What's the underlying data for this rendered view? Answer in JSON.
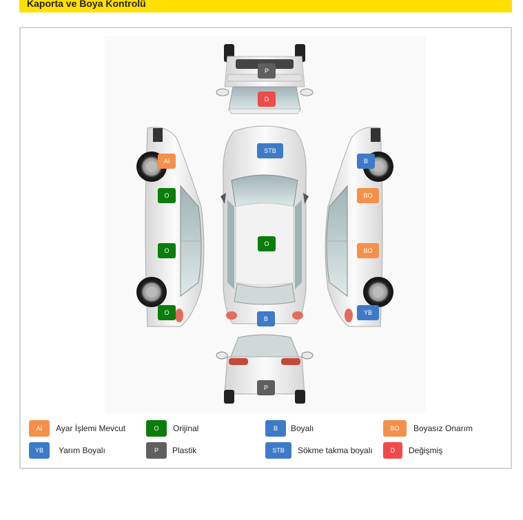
{
  "header": {
    "title": "Kaporta ve Boya Kontrolü"
  },
  "colors": {
    "header_bg": "#ffe000",
    "Aİ": "#f5904a",
    "O": "#0a7d0a",
    "B": "#3d7bc8",
    "BO": "#f5904a",
    "YB": "#3d7bc8",
    "P": "#5f5f5f",
    "STB": "#3d7bc8",
    "D": "#f04a4a"
  },
  "parts": [
    {
      "id": "front-bumper",
      "code": "P"
    },
    {
      "id": "hood-front-view",
      "code": "D"
    },
    {
      "id": "left-front-fender",
      "code": "Aİ"
    },
    {
      "id": "left-front-door",
      "code": "O"
    },
    {
      "id": "left-rear-door",
      "code": "O"
    },
    {
      "id": "left-rear-fender",
      "code": "O"
    },
    {
      "id": "hood",
      "code": "STB"
    },
    {
      "id": "roof",
      "code": "O"
    },
    {
      "id": "trunk",
      "code": "B"
    },
    {
      "id": "right-front-fender",
      "code": "B"
    },
    {
      "id": "right-front-door",
      "code": "BO"
    },
    {
      "id": "right-rear-door",
      "code": "BO"
    },
    {
      "id": "right-rear-fender",
      "code": "YB"
    },
    {
      "id": "rear-bumper",
      "code": "P"
    }
  ],
  "legend": [
    {
      "code": "Aİ",
      "label": "Ayar İşlemi Mevcut"
    },
    {
      "code": "O",
      "label": "Orijinal"
    },
    {
      "code": "B",
      "label": "Boyalı"
    },
    {
      "code": "BO",
      "label": "Boyasız Onarım"
    },
    {
      "code": "YB",
      "label": "Yarım Boyalı"
    },
    {
      "code": "P",
      "label": "Plastik"
    },
    {
      "code": "STB",
      "label": "Sökme takma boyalı"
    },
    {
      "code": "D",
      "label": "Değişmiş"
    }
  ]
}
